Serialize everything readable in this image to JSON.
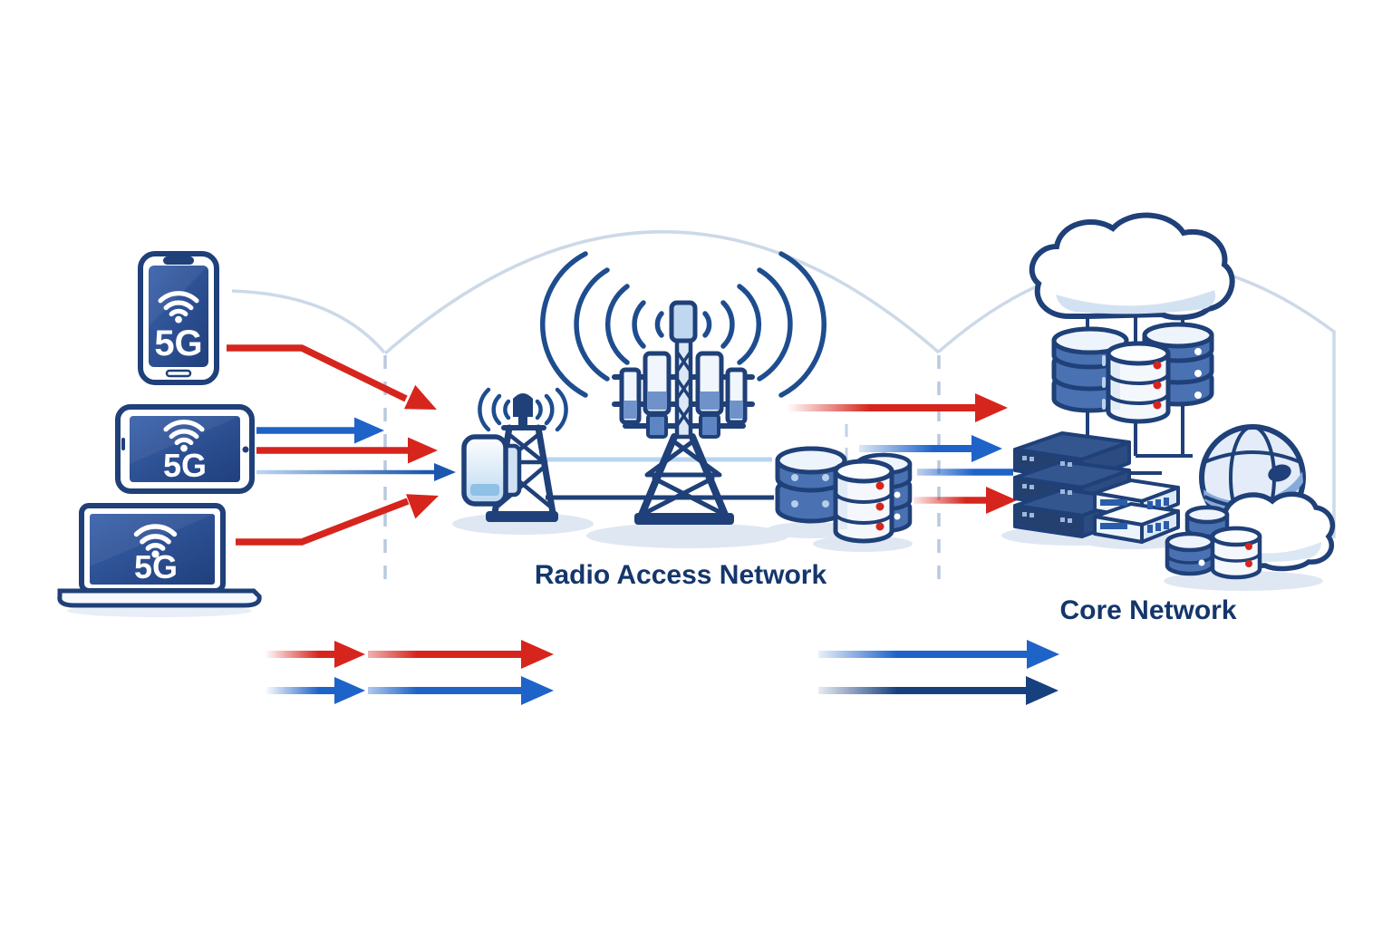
{
  "diagram": {
    "title_visible": "",
    "devices": {
      "smartphone": {
        "label": "5G",
        "icon": "wifi-icon"
      },
      "tablet": {
        "label": "5G",
        "icon": "wifi-icon"
      },
      "laptop": {
        "label": "5G",
        "icon": "wifi-icon"
      }
    },
    "sections": {
      "radio_access_network": {
        "label": "Radio Access Network"
      },
      "core_network": {
        "label": "Core Network"
      }
    },
    "icons": [
      "smartphone-icon",
      "tablet-icon",
      "laptop-icon",
      "wifi-icon",
      "small-cell-tower-icon",
      "antenna-panel-icon",
      "macro-cell-tower-icon",
      "radio-waves-icon",
      "database-stack-icon",
      "cloud-icon",
      "server-rack-icon",
      "server-box-icon",
      "globe-icon"
    ],
    "colors": {
      "red_arrow": "#d6251d",
      "blue_arrow": "#1e63c8",
      "dark_blue_arrow": "#17407e",
      "light_blue_arrow": "#8fb9e6",
      "navy_outline": "#1f4078",
      "device_screen_blue": "#2c4f93",
      "divider_dash": "#b9c9de",
      "arc_line": "#ccd9e8",
      "label_text": "#14366b",
      "status_dot_red": "#d6251d"
    }
  }
}
